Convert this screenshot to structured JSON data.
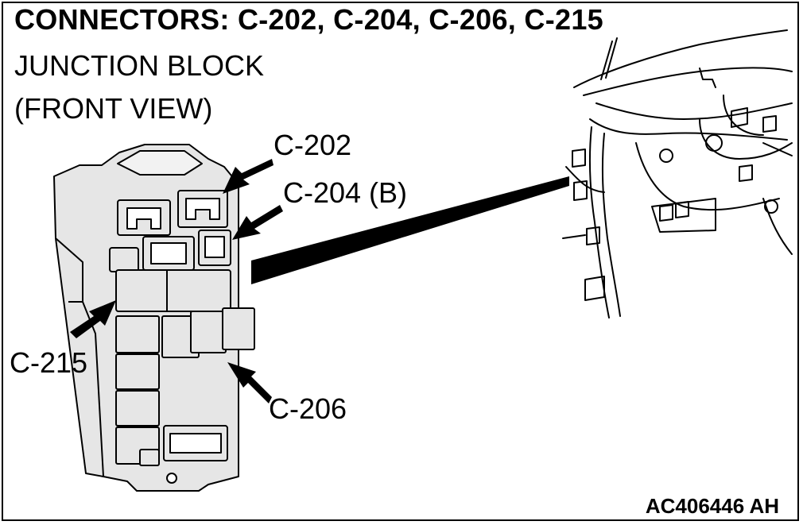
{
  "header": {
    "title": "CONNECTORS: C-202, C-204, C-206, C-215",
    "subtitle_line1": "JUNCTION BLOCK",
    "subtitle_line2": "(FRONT VIEW)"
  },
  "callouts": {
    "c202": "C-202",
    "c204": "C-204 (B)",
    "c215": "C-215",
    "c206": "C-206"
  },
  "footer": {
    "figure_code": "AC406446 AH"
  },
  "colors": {
    "ink": "#000000",
    "paper": "#ffffff",
    "fill": "#e6e6e6"
  }
}
